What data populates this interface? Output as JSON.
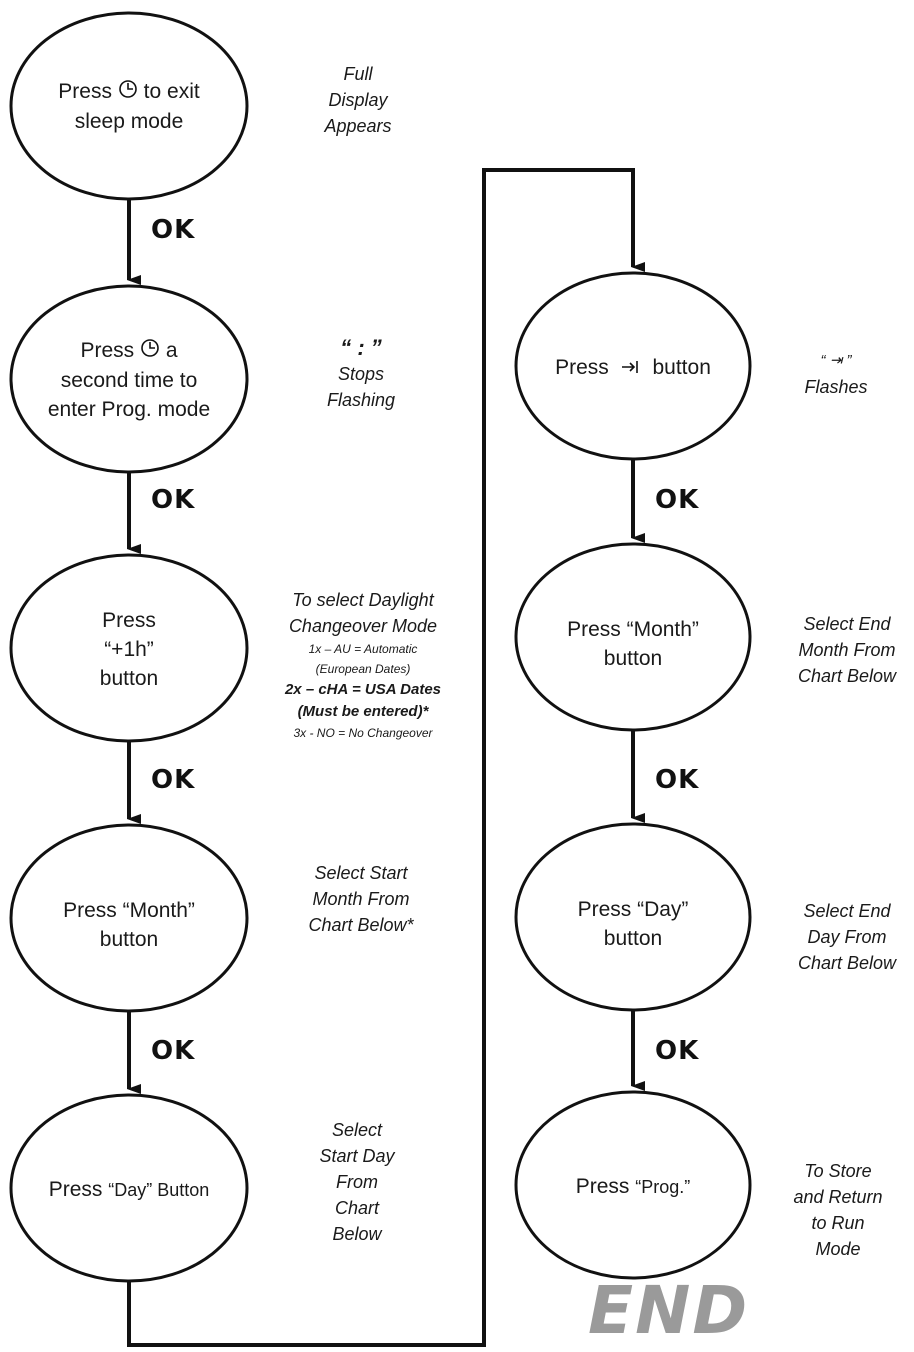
{
  "left_column": [
    {
      "id": "n1",
      "text_before": "Press",
      "icon": "clock-icon",
      "text_after": "to exit",
      "line2": "sleep mode",
      "note": [
        "Full",
        "Display",
        "Appears"
      ]
    },
    {
      "id": "n2",
      "text_before": "Press",
      "icon": "clock-icon",
      "text_after": "a",
      "line2": "second time to",
      "line3": "enter Prog. mode",
      "note_symbol": "“ : ”",
      "note": [
        "Stops",
        "Flashing"
      ]
    },
    {
      "id": "n3",
      "lines": [
        "Press",
        "“+1h”",
        "button"
      ],
      "note_title": [
        "To select Daylight",
        "Changeover Mode"
      ],
      "note_opt1": [
        "1x – AU = Automatic",
        "(European Dates)"
      ],
      "note_opt2": [
        "2x – cHA = USA Dates",
        "(Must be entered)*"
      ],
      "note_opt3": "3x - NO = No Changeover"
    },
    {
      "id": "n4",
      "lines": [
        "Press “Month”",
        "button"
      ],
      "note": [
        "Select Start",
        "Month From",
        "Chart Below*"
      ]
    },
    {
      "id": "n5",
      "text_before": "Press",
      "text_small": "“Day” Button",
      "note": [
        "Select",
        "Start Day",
        "From",
        "Chart",
        "Below"
      ]
    }
  ],
  "right_column": [
    {
      "id": "r1",
      "text_before": "Press",
      "icon": "tab-arrow-icon",
      "text_after": "button",
      "note_symbol": "“ ⇥ ”",
      "note": [
        "Flashes"
      ]
    },
    {
      "id": "r2",
      "lines": [
        "Press “Month”",
        "button"
      ],
      "note": [
        "Select End",
        "Month From",
        "Chart Below"
      ]
    },
    {
      "id": "r3",
      "lines": [
        "Press “Day”",
        "button"
      ],
      "note": [
        "Select End",
        "Day From",
        "Chart Below"
      ]
    },
    {
      "id": "r4",
      "text_before": "Press",
      "text_small": "“Prog.”",
      "note": [
        "To Store",
        "and Return",
        "to Run",
        "Mode"
      ]
    }
  ],
  "ok_label": "OK",
  "end_label": "END"
}
